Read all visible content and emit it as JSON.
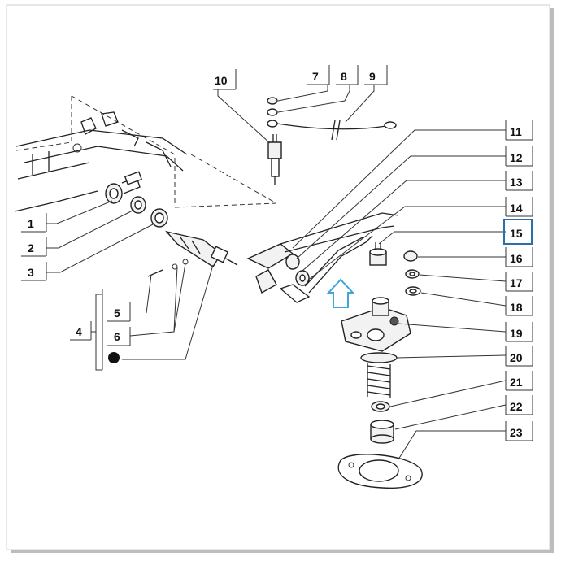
{
  "diagram": {
    "callouts": [
      {
        "id": "c1",
        "label": "1"
      },
      {
        "id": "c2",
        "label": "2"
      },
      {
        "id": "c3",
        "label": "3"
      },
      {
        "id": "c4",
        "label": "4"
      },
      {
        "id": "c5",
        "label": "5"
      },
      {
        "id": "c6",
        "label": "6"
      },
      {
        "id": "c7",
        "label": "7"
      },
      {
        "id": "c8",
        "label": "8"
      },
      {
        "id": "c9",
        "label": "9"
      },
      {
        "id": "c10",
        "label": "10"
      },
      {
        "id": "c11",
        "label": "11"
      },
      {
        "id": "c12",
        "label": "12"
      },
      {
        "id": "c13",
        "label": "13"
      },
      {
        "id": "c14",
        "label": "14"
      },
      {
        "id": "c15",
        "label": "15"
      },
      {
        "id": "c16",
        "label": "16"
      },
      {
        "id": "c17",
        "label": "17"
      },
      {
        "id": "c18",
        "label": "18"
      },
      {
        "id": "c19",
        "label": "19"
      },
      {
        "id": "c20",
        "label": "20"
      },
      {
        "id": "c21",
        "label": "21"
      },
      {
        "id": "c22",
        "label": "22"
      },
      {
        "id": "c23",
        "label": "23"
      }
    ],
    "highlighted_callout": "15",
    "highlight_color": "#2a6fa8",
    "arrow_color": "#3ea7d8"
  }
}
